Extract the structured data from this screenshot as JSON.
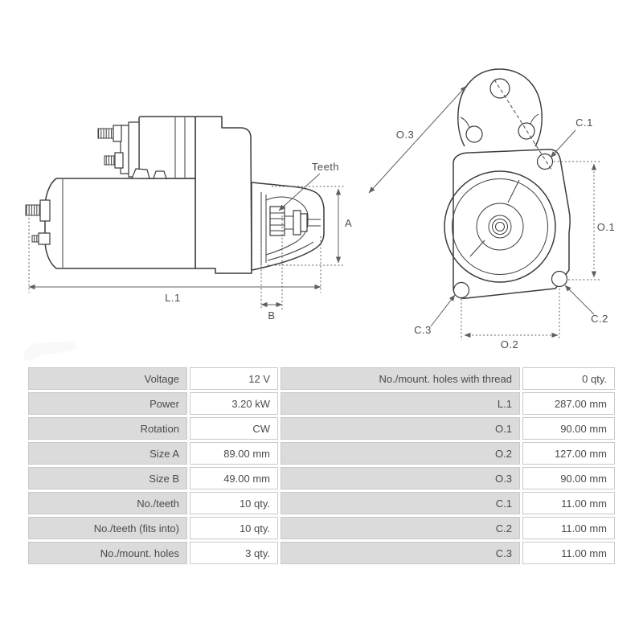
{
  "colors": {
    "background": "#ffffff",
    "part_outline": "#3c3c3c",
    "dimension_line": "#5f5f5f",
    "table_label_bg": "#dbdbdb",
    "table_border": "#c9c9c9",
    "table_text": "#4b4b4b"
  },
  "diagram": {
    "side_view": {
      "teeth_label": "Teeth",
      "dim_a": "A",
      "dim_b": "B",
      "dim_l1": "L.1"
    },
    "front_view": {
      "dim_o1": "O.1",
      "dim_o2": "O.2",
      "dim_o3": "O.3",
      "dim_c1": "C.1",
      "dim_c2": "C.2",
      "dim_c3": "C.3"
    }
  },
  "spec_table": {
    "rows": [
      {
        "label_left": "Voltage",
        "value_left": "12 V",
        "label_right": "No./mount. holes with thread",
        "value_right": "0 qty."
      },
      {
        "label_left": "Power",
        "value_left": "3.20 kW",
        "label_right": "L.1",
        "value_right": "287.00 mm"
      },
      {
        "label_left": "Rotation",
        "value_left": "CW",
        "label_right": "O.1",
        "value_right": "90.00 mm"
      },
      {
        "label_left": "Size A",
        "value_left": "89.00 mm",
        "label_right": "O.2",
        "value_right": "127.00 mm"
      },
      {
        "label_left": "Size B",
        "value_left": "49.00 mm",
        "label_right": "O.3",
        "value_right": "90.00 mm"
      },
      {
        "label_left": "No./teeth",
        "value_left": "10 qty.",
        "label_right": "C.1",
        "value_right": "11.00 mm"
      },
      {
        "label_left": "No./teeth (fits into)",
        "value_left": "10 qty.",
        "label_right": "C.2",
        "value_right": "11.00 mm"
      },
      {
        "label_left": "No./mount. holes",
        "value_left": "3 qty.",
        "label_right": "C.3",
        "value_right": "11.00 mm"
      }
    ]
  }
}
